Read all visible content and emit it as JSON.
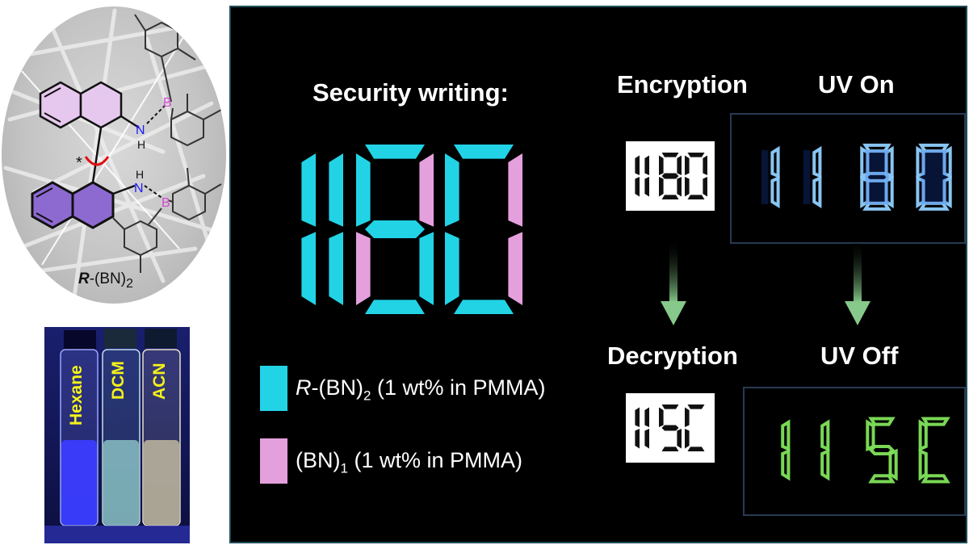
{
  "molecule": {
    "label_prefix": "R",
    "label_main": "-(BN)",
    "label_sub": "2",
    "atom_N": "N",
    "atom_H": "H",
    "atom_B": "B",
    "stereo_mark": "*"
  },
  "vials": [
    {
      "label": "Hexane",
      "color": "#3a3cff"
    },
    {
      "label": "DCM",
      "color": "#8fc9c9"
    },
    {
      "label": "ACN",
      "color": "#c9c2a4"
    }
  ],
  "security": {
    "title": "Security writing:",
    "digits": "1180"
  },
  "legend": [
    {
      "color": "#22d3e6",
      "prefix": "R",
      "text_main": "-(BN)",
      "text_sub": "2",
      "text_tail": " (1 wt% in PMMA)"
    },
    {
      "color": "#e4a0dd",
      "prefix": "",
      "text_main": "(BN)",
      "text_sub": "1",
      "text_tail": " (1 wt% in PMMA)"
    }
  ],
  "encryption": {
    "title": "Encryption",
    "code": "1180"
  },
  "decryption": {
    "title": "Decryption",
    "code": "115C"
  },
  "uv_on": {
    "title": "UV On",
    "digits": "1180"
  },
  "uv_off": {
    "title": "UV Off",
    "digits": "115C"
  },
  "colors": {
    "cyan": "#22d3e6",
    "pink": "#e4a0dd",
    "arrow": "#86c98a",
    "glow_blue": "#8fd0ff",
    "glow_green": "#7fe35a"
  }
}
